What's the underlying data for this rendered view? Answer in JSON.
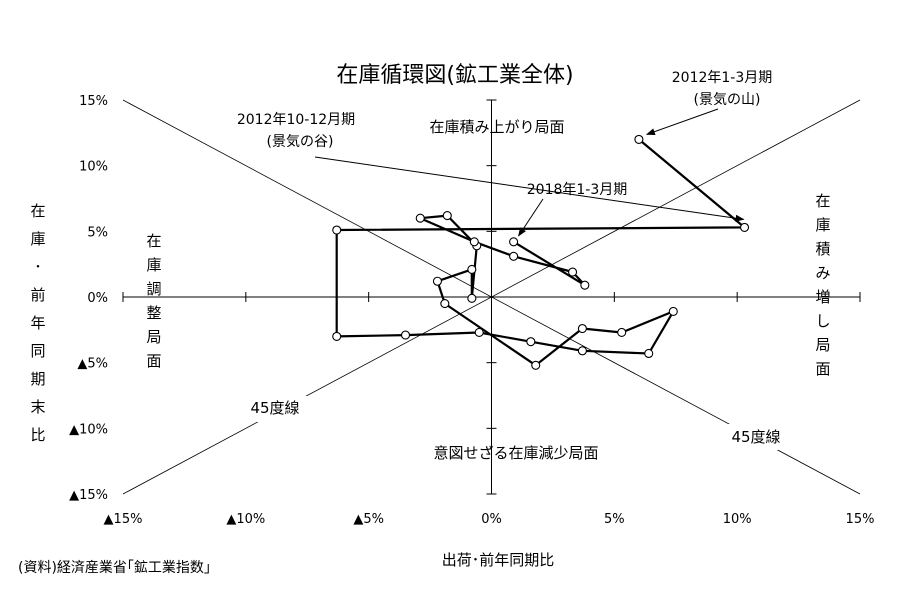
{
  "chart_data": {
    "type": "line",
    "title": "在庫循環図(鉱工業全体)",
    "xlabel": "出荷･前年同期比",
    "ylabel": "在庫･前年同期末比",
    "xlim": [
      -15,
      15
    ],
    "ylim": [
      -15,
      15
    ],
    "x_ticks": [
      {
        "value": -15,
        "label": "▲15%"
      },
      {
        "value": -10,
        "label": "▲10%"
      },
      {
        "value": -5,
        "label": "▲5%"
      },
      {
        "value": 0,
        "label": "0%"
      },
      {
        "value": 5,
        "label": "5%"
      },
      {
        "value": 10,
        "label": "10%"
      },
      {
        "value": 15,
        "label": "15%"
      }
    ],
    "y_ticks": [
      {
        "value": 15,
        "label": "15%"
      },
      {
        "value": 10,
        "label": "10%"
      },
      {
        "value": 5,
        "label": "5%"
      },
      {
        "value": 0,
        "label": "0%"
      },
      {
        "value": -5,
        "label": "▲5%"
      },
      {
        "value": -10,
        "label": "▲10%"
      },
      {
        "value": -15,
        "label": "▲15%"
      }
    ],
    "series": [
      {
        "x": [
          6.0,
          10.3,
          -6.3,
          -6.3,
          -3.5,
          -0.5,
          1.6,
          3.7,
          6.4,
          7.4,
          5.3,
          3.7,
          1.8,
          -1.9,
          -2.2,
          -0.8,
          -0.8,
          -0.6,
          -1.8,
          -2.9,
          -0.7,
          0.9,
          3.3,
          3.8,
          0.9
        ],
        "y": [
          12.0,
          5.3,
          5.1,
          -3.0,
          -2.9,
          -2.7,
          -3.4,
          -4.1,
          -4.3,
          -1.1,
          -2.7,
          -2.4,
          -5.2,
          -0.5,
          1.2,
          2.1,
          -0.1,
          3.9,
          6.2,
          6.0,
          4.2,
          3.1,
          1.9,
          0.9,
          4.2
        ]
      }
    ],
    "reference_lines": [
      {
        "name": "45度線",
        "slope": 1
      },
      {
        "name": "45度線",
        "slope": -1
      }
    ],
    "quadrant_labels": {
      "top": "在庫積み上がり局面",
      "right": "在庫積み増し局面",
      "bottom": "意図せざる在庫減少局面",
      "left": "在庫調整局面"
    },
    "annotations": [
      {
        "line1": "2012年1-3月期",
        "line2": "(景気の山)"
      },
      {
        "line1": "2012年10-12月期",
        "line2": "(景気の谷)"
      },
      {
        "line1": "2018年1-3月期",
        "line2": ""
      }
    ],
    "grid": false
  },
  "source": "(資料)経済産業省｢鉱工業指数｣"
}
